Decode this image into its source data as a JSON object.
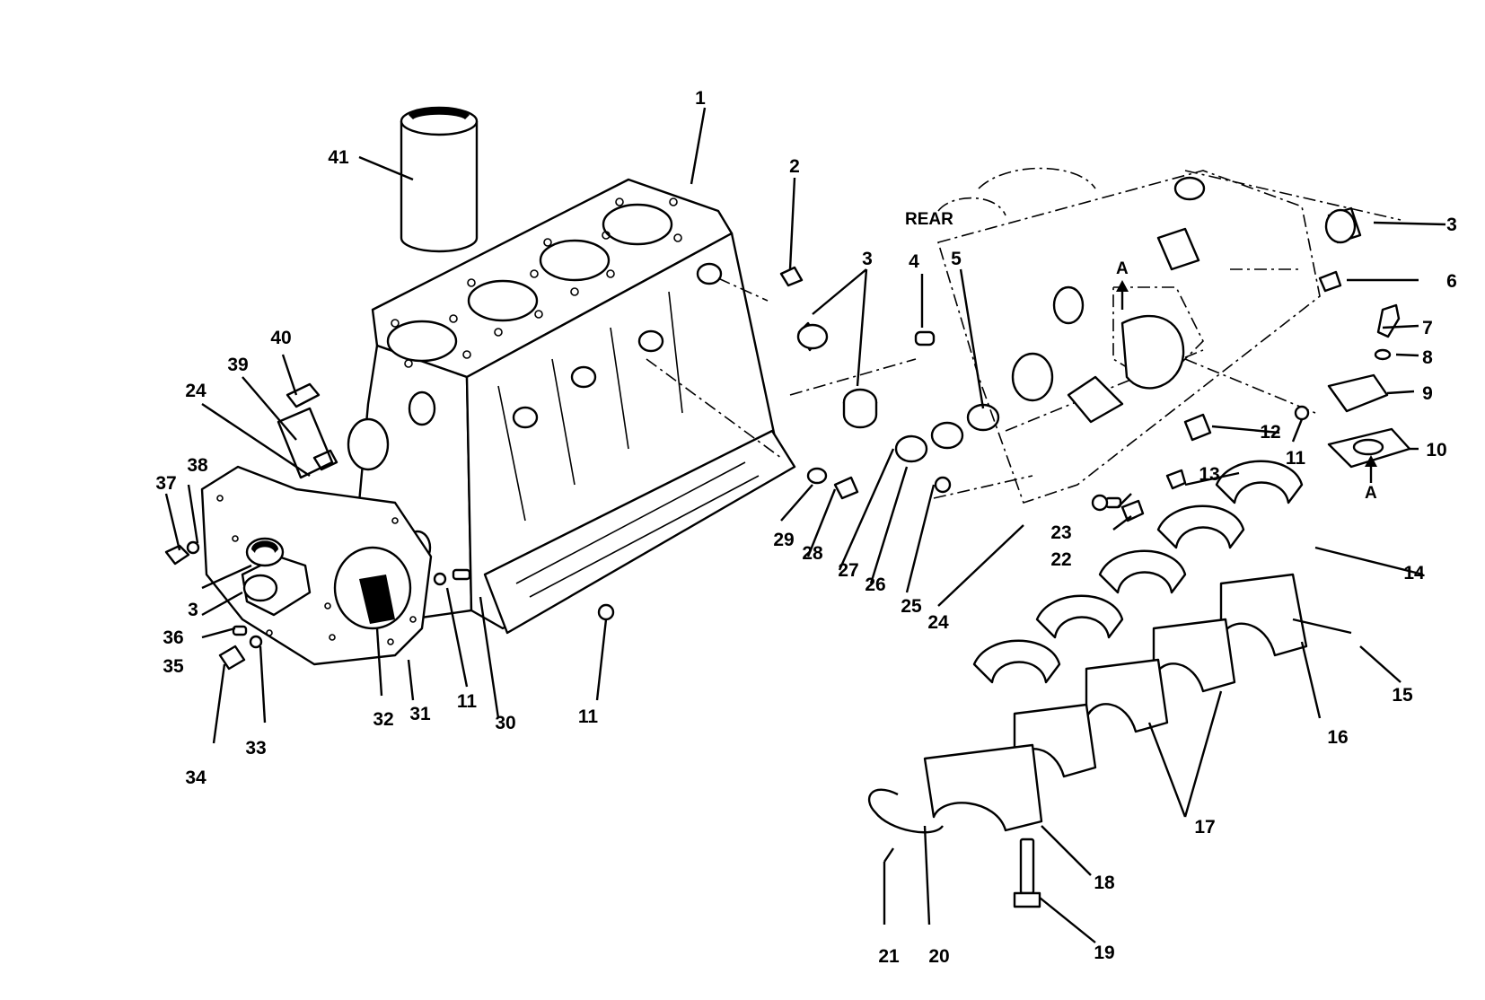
{
  "view_label": "REAR",
  "section_marks": [
    "A",
    "A"
  ],
  "callouts": [
    "1",
    "2",
    "3",
    "3",
    "3",
    "4",
    "5",
    "6",
    "7",
    "8",
    "9",
    "10",
    "11",
    "11",
    "11",
    "12",
    "13",
    "14",
    "15",
    "16",
    "17",
    "18",
    "19",
    "20",
    "21",
    "22",
    "23",
    "24",
    "24",
    "25",
    "26",
    "27",
    "28",
    "29",
    "30",
    "31",
    "32",
    "33",
    "34",
    "35",
    "36",
    "37",
    "38",
    "39",
    "40",
    "41"
  ]
}
